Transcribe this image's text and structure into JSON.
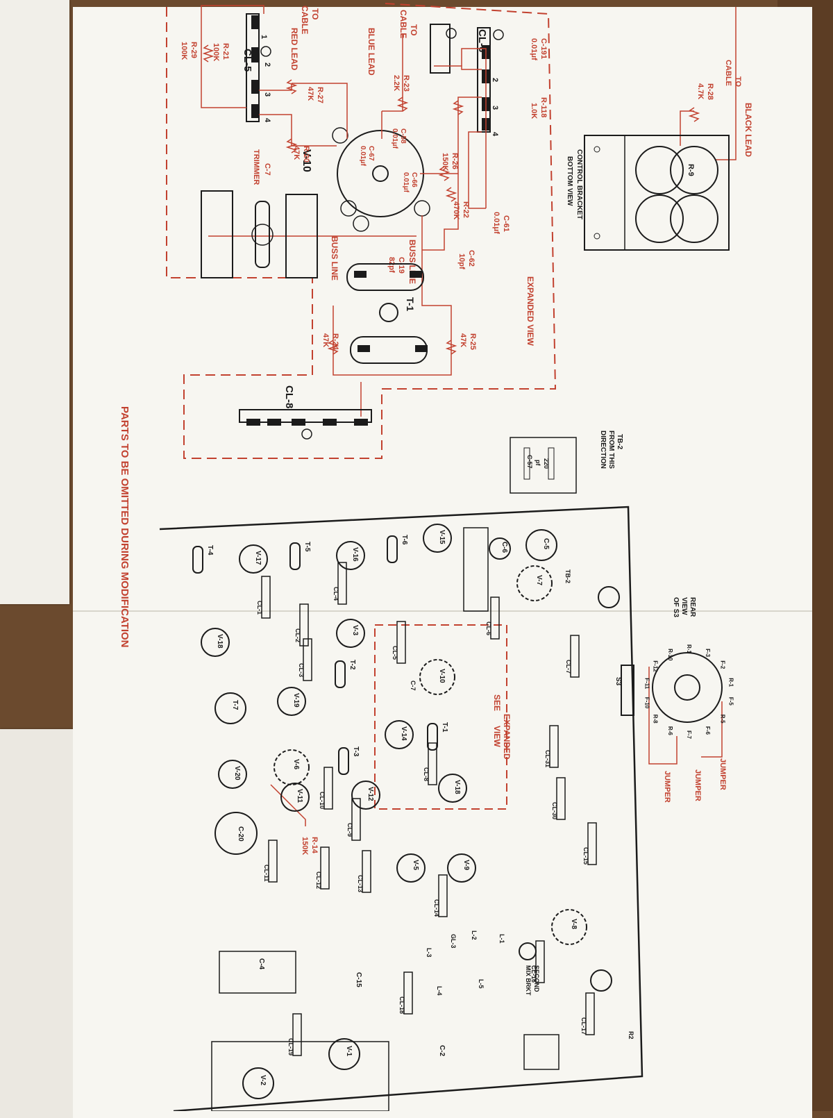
{
  "colors": {
    "accent_red": "#c2412f",
    "ink": "#1b1b1b",
    "paper": "#f7f6f1",
    "desk": "#6b4a2e"
  },
  "caption": "PARTS TO BE OMITTED DURING MODIFICATION",
  "expanded_view": {
    "title": "EXPANDED VIEW",
    "to_cable_1": "TO",
    "to_cable_2": "CABLE",
    "blue_lead": "BLUE LEAD",
    "red_lead": "RED LEAD",
    "black_lead": "BLACK LEAD",
    "buss_line": "BUSS LINE",
    "tube": "V-10",
    "trimmer_1": "C-7",
    "trimmer_2": "TRIMMER",
    "transformer": "T-1",
    "clips": [
      "CL-5",
      "CL-6",
      "CL-8"
    ],
    "components": [
      {
        "ref": "C-191",
        "value": "0.01μf"
      },
      {
        "ref": "R-118",
        "value": "1.0K"
      },
      {
        "ref": "R-23",
        "value": "2.2K"
      },
      {
        "ref": "R-27",
        "value": "47K"
      },
      {
        "ref": "R-21",
        "value": "100K"
      },
      {
        "ref": "R-29",
        "value": "100K"
      },
      {
        "ref": "R-20",
        "value": "47K"
      },
      {
        "ref": "C-58",
        "value": "0.01μf"
      },
      {
        "ref": "C-67",
        "value": "0.01μf"
      },
      {
        "ref": "C-66",
        "value": "0.01μf"
      },
      {
        "ref": "R-26",
        "value": "150K"
      },
      {
        "ref": "R-22",
        "value": "470K"
      },
      {
        "ref": "C-61",
        "value": "0.01μf"
      },
      {
        "ref": "C-62",
        "value": "10pf"
      },
      {
        "ref": "C-19",
        "value": "82pf"
      },
      {
        "ref": "R-25",
        "value": "47K"
      },
      {
        "ref": "R-24",
        "value": "47K"
      },
      {
        "ref": "R-28",
        "value": "4.7K"
      }
    ]
  },
  "control_bracket": {
    "line1": "CONTROL BRACKET",
    "line2": "BOTTOM VIEW",
    "pot": "R-9"
  },
  "tb2": {
    "line1": "TB-2",
    "line2": "FROM THIS",
    "line3": "DIRECTION",
    "cap": "C-57",
    "cap_value": "220",
    "cap_unit": "pf"
  },
  "s3": {
    "title_lines": [
      "REAR",
      "VIEW",
      "OF S3"
    ],
    "switch": "S3",
    "jumper": "JUMPER",
    "labels": [
      "R-1",
      "F-3",
      "F-2",
      "R-1",
      "F-5",
      "R-5",
      "F-6",
      "F-7",
      "R-6",
      "R-8",
      "F-10",
      "F-11",
      "F-12",
      "R-10"
    ]
  },
  "chassis": {
    "see_expanded_1": "SEE",
    "see_expanded_2": "EXPANDED",
    "see_expanded_3": "VIEW",
    "second_mix_1": "SECOND",
    "second_mix_2": "MIX BRKT",
    "r14": "R-14",
    "r14_value": "150K",
    "tubes": [
      "V-15",
      "V-16",
      "V-17",
      "V-18",
      "V-3",
      "V-19",
      "T-7",
      "V-20",
      "V-14",
      "V-18",
      "V-12",
      "V-11",
      "V-5",
      "V-9",
      "V-1",
      "V-2"
    ],
    "sockets": [
      "V-7",
      "V-10",
      "V-6",
      "V-8"
    ],
    "caps": [
      "C-5",
      "C-6",
      "C-20",
      "C-4",
      "C-15",
      "C-2"
    ],
    "transformers": [
      "T-4",
      "T-5",
      "T-6",
      "T-2",
      "T-3",
      "T-1"
    ],
    "clips": [
      "CL-1",
      "CL-2",
      "CL-3",
      "CL-4",
      "CL-5",
      "CL-6",
      "CL-7",
      "CL-8",
      "CL-9",
      "CL-10",
      "CL-11",
      "CL-12",
      "CL-13",
      "CL-14",
      "CL-15",
      "CL-16",
      "CL-17",
      "CL-18",
      "CL-19",
      "CL-30",
      "CL-31"
    ],
    "other": [
      "TB-2",
      "C-7",
      "GL-3",
      "L-1",
      "L-2",
      "L-3",
      "L-4",
      "L-5",
      "R2"
    ]
  }
}
